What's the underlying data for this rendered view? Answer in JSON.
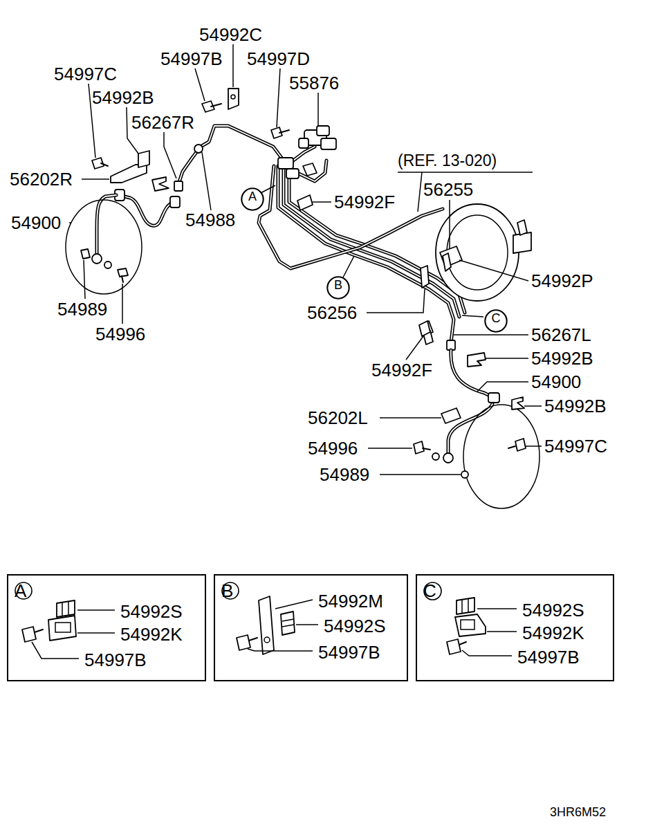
{
  "diagram": {
    "nodes": [
      {
        "text": [
          "A"
        ]
      },
      {
        "text": [
          "B"
        ]
      },
      {
        "text": [
          "C"
        ]
      },
      {
        "text": [
          "54992S",
          "54992K",
          "54997B"
        ]
      },
      {
        "text": [
          "A"
        ],
        "in": 3
      },
      {
        "text": [
          "54992M",
          "54992S",
          "54997B"
        ]
      },
      {
        "text": [
          "B"
        ],
        "in": 5
      },
      {
        "text": [
          "54992S",
          "54992K",
          "54997B"
        ]
      },
      {
        "text": [
          "C"
        ],
        "in": 7
      }
    ],
    "labels": [
      "54992C",
      "54997B",
      "54997D",
      "55876",
      "54997C",
      "54992B",
      "56267R",
      "56202R",
      "54900",
      "54988",
      "54992F",
      "(REF. 13-020)",
      "56255",
      "54992P",
      "56256",
      "56267L",
      "54992F",
      "54992B",
      "54900",
      "54992B",
      "56202L",
      "54997C",
      "54996",
      "54989",
      "54989",
      "54996",
      "3HR6M52"
    ]
  }
}
